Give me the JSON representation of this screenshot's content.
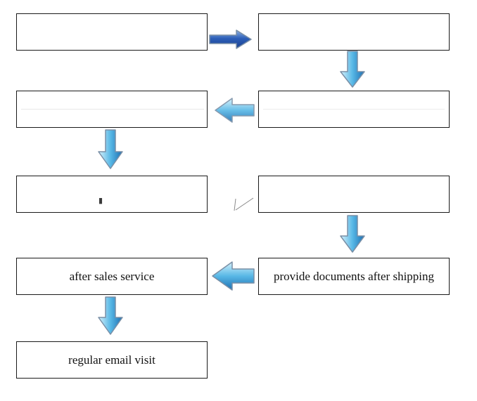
{
  "diagram": {
    "title": "",
    "steps": [
      {
        "id": "step-1",
        "label": ""
      },
      {
        "id": "step-2",
        "label": ""
      },
      {
        "id": "step-3",
        "label": ""
      },
      {
        "id": "step-4",
        "label": ""
      },
      {
        "id": "step-5",
        "label": ""
      },
      {
        "id": "step-6",
        "label": ""
      },
      {
        "id": "step-7",
        "label": "provide documents after shipping"
      },
      {
        "id": "step-8",
        "label": "after sales service"
      },
      {
        "id": "step-9",
        "label": "regular email visit"
      }
    ],
    "colors": {
      "arrow_light": "#d6f1fb",
      "arrow_mid": "#58b8e6",
      "arrow_dark": "#1d6fb2",
      "arrow_dark_blue": "#1a3f8f",
      "box_border": "#1a1a1a"
    }
  }
}
